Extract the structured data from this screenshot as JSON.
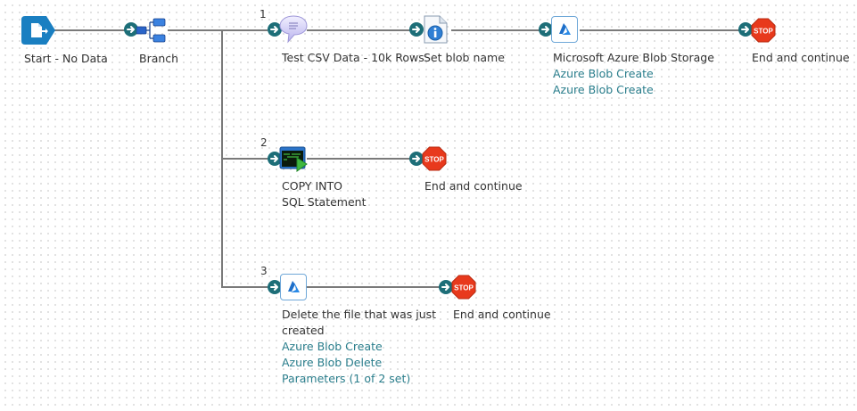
{
  "workflow": {
    "start": {
      "label": "Start - No Data",
      "icon": "start-document-icon"
    },
    "branch": {
      "label": "Branch",
      "icon": "branch-icon"
    },
    "branches": [
      {
        "number": "1",
        "steps": [
          {
            "label": "Test CSV Data - 10k Rows",
            "icon": "speech-bubble-icon",
            "links": []
          },
          {
            "label": "Set blob name",
            "icon": "info-document-icon",
            "links": []
          },
          {
            "label": "Microsoft Azure Blob Storage",
            "icon": "azure-icon",
            "links": [
              "Azure Blob Create",
              "Azure Blob Create"
            ]
          },
          {
            "label": "End and continue",
            "icon": "stop-icon",
            "links": []
          }
        ]
      },
      {
        "number": "2",
        "steps": [
          {
            "label": "COPY INTO",
            "sublabel": "SQL Statement",
            "icon": "sql-terminal-icon",
            "links": []
          },
          {
            "label": "End and continue",
            "icon": "stop-icon",
            "links": []
          }
        ]
      },
      {
        "number": "3",
        "steps": [
          {
            "label": "Delete the file that was just",
            "label2": "created",
            "icon": "azure-icon",
            "links": [
              "Azure Blob Create",
              "Azure Blob Delete",
              "Parameters (1 of 2 set)"
            ]
          },
          {
            "label": "End and continue",
            "icon": "stop-icon",
            "links": []
          }
        ]
      }
    ],
    "stop_text": "STOP"
  },
  "colors": {
    "wire": "#7a7a7a",
    "connector": "#1d6e78",
    "link": "#2a7e8c",
    "start": "#1a7fc1",
    "stop": "#e8391c"
  }
}
